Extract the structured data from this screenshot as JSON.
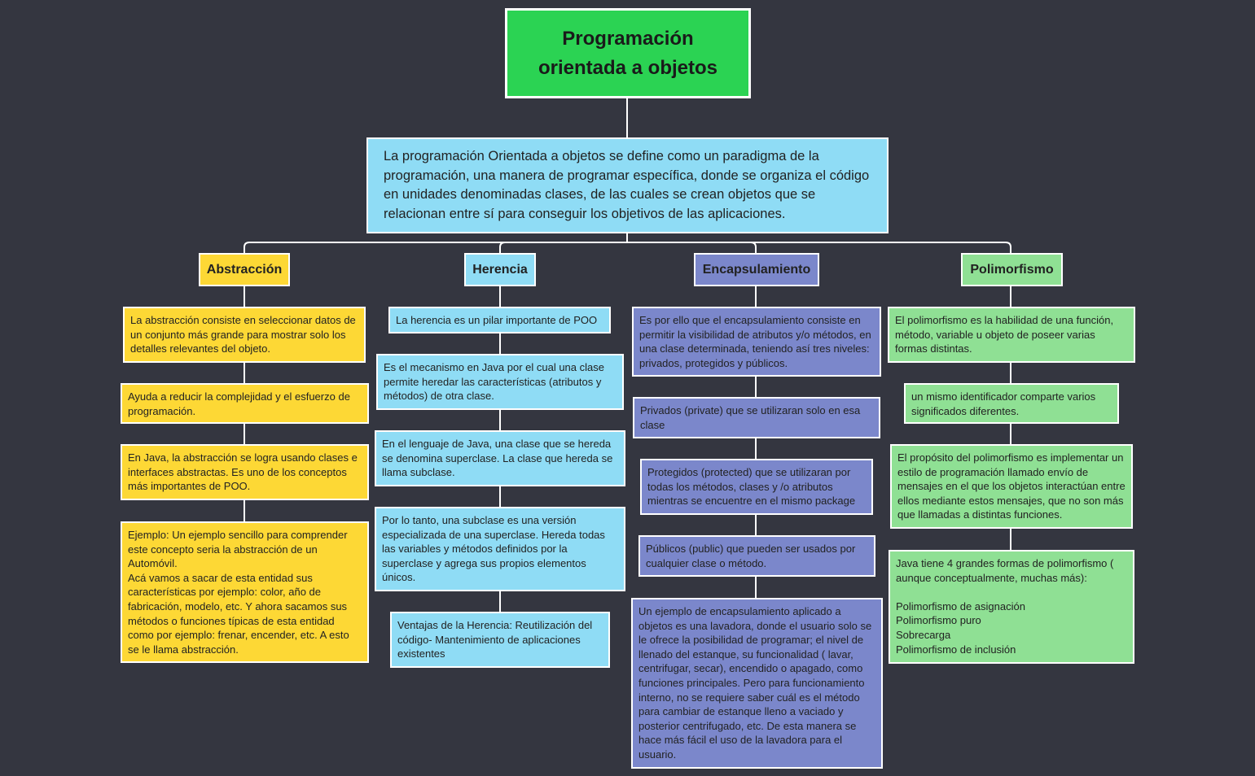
{
  "title": "Programación orientada a objetos",
  "definition": "La programación Orientada a objetos se define como un paradigma de la programación, una manera de programar específica, donde se organiza el código en unidades denominadas clases, de las cuales se crean objetos que se relacionan entre sí para conseguir los objetivos de las aplicaciones.",
  "colors": {
    "background": "#343640",
    "title": "#2bd353",
    "abstraccion": "#fdd835",
    "herencia": "#8fdcf5",
    "encapsulamiento": "#7b87cb",
    "polimorfismo": "#8fe094",
    "connector": "#ffffff"
  },
  "branches": [
    {
      "label": "Abstracción",
      "items": [
        "La abstracción consiste en seleccionar datos de un conjunto más grande para mostrar solo los detalles relevantes del objeto.",
        "Ayuda a reducir la complejidad y el esfuerzo de programación.",
        "En Java, la abstracción se logra usando clases e interfaces abstractas. Es uno de los conceptos más importantes de POO.",
        "Ejemplo: Un ejemplo sencillo para comprender este concepto seria la abstracción de un Automóvil.\nAcá vamos a sacar de esta entidad sus características por ejemplo: color, año de fabricación, modelo, etc. Y ahora sacamos sus métodos o funciones típicas de esta entidad como por ejemplo: frenar, encender, etc. A esto se le llama abstracción."
      ]
    },
    {
      "label": "Herencia",
      "items": [
        "La herencia es un pilar importante de POO",
        "Es el mecanismo en Java por el cual una clase permite heredar las características (atributos y métodos) de otra clase.",
        "En el lenguaje de Java, una clase que se hereda se denomina superclase. La clase que hereda se llama subclase.",
        "Por lo tanto, una subclase es una versión especializada de una superclase. Hereda todas las variables y métodos definidos por la superclase y agrega sus propios elementos únicos.",
        "Ventajas de la Herencia: Reutilización del código- Mantenimiento de aplicaciones existentes"
      ]
    },
    {
      "label": "Encapsulamiento",
      "items": [
        "Es por ello que el encapsulamiento consiste en permitir la visibilidad de atributos y/o métodos, en una clase determinada, teniendo así tres niveles: privados, protegidos y públicos.",
        "Privados (private) que se utilizaran solo en esa clase",
        "Protegidos (protected) que se utilizaran por todas los métodos, clases y /o atributos mientras se encuentre en el mismo package",
        "Públicos (public) que pueden ser usados por cualquier clase o método.",
        "Un ejemplo de encapsulamiento aplicado a objetos es una lavadora, donde el usuario solo se le ofrece la posibilidad de programar; el nivel de llenado del estanque, su funcionalidad ( lavar, centrifugar, secar), encendido o apagado, como funciones principales. Pero para funcionamiento interno, no se requiere saber cuál es el método para cambiar de estanque lleno a vaciado y posterior centrifugado, etc. De esta manera se hace más fácil el uso de la lavadora para el usuario."
      ]
    },
    {
      "label": "Polimorfismo",
      "items": [
        "El polimorfismo es la habilidad de una función, método, variable u objeto de poseer varias formas distintas.",
        "un mismo identificador comparte varios significados diferentes.",
        "El propósito del polimorfismo es implementar un estilo de programación llamado envío de mensajes en el que los objetos interactúan entre ellos mediante estos mensajes, que no son más que llamadas a distintas funciones.",
        "Java tiene 4 grandes formas de polimorfismo ( aunque conceptualmente, muchas más):\n\nPolimorfismo de asignación\nPolimorfismo puro\nSobrecarga\nPolimorfismo de inclusión"
      ]
    }
  ]
}
